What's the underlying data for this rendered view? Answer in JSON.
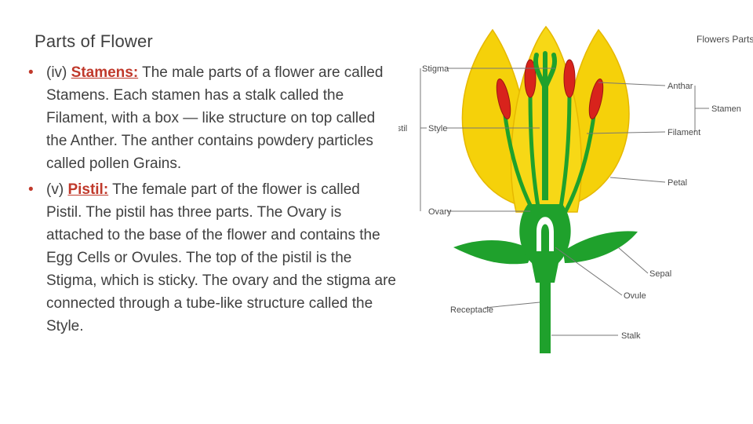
{
  "slide": {
    "title": "Parts of Flower"
  },
  "bullets": [
    {
      "marker": "•",
      "prefix": "(iv) ",
      "term": "Stamens:",
      "text": " The male parts of a flower are called Stamens. Each stamen has a stalk called the Filament, with a box — like structure on top called the Anther. The anther contains powdery particles called pollen Grains."
    },
    {
      "marker": "•",
      "prefix": "(v) ",
      "term": "Pistil:",
      "text": " The female part of the flower is called Pistil. The pistil has three parts. The Ovary is attached to the base of the flower and contains the Egg Cells or Ovules. The top of the pistil is the Stigma, which is sticky. The ovary and the stigma are connected through a tube-like structure called the Style."
    }
  ],
  "diagram": {
    "heading": "Flowers Parts",
    "labels": {
      "stigma": "Stigma",
      "style": "Style",
      "pistil": "Pistil",
      "ovary": "Ovary",
      "receptacle": "Receptacle",
      "anther": "Anthar",
      "filament": "Filament",
      "stamen": "Stamen",
      "petal": "Petal",
      "sepal": "Sepal",
      "ovule": "Ovule",
      "stalk": "Stalk"
    },
    "colors": {
      "petal": "#f5d10a",
      "petal_edge": "#e6b800",
      "green": "#1fa12c",
      "anther": "#d8231c",
      "label_line": "#777777"
    }
  }
}
